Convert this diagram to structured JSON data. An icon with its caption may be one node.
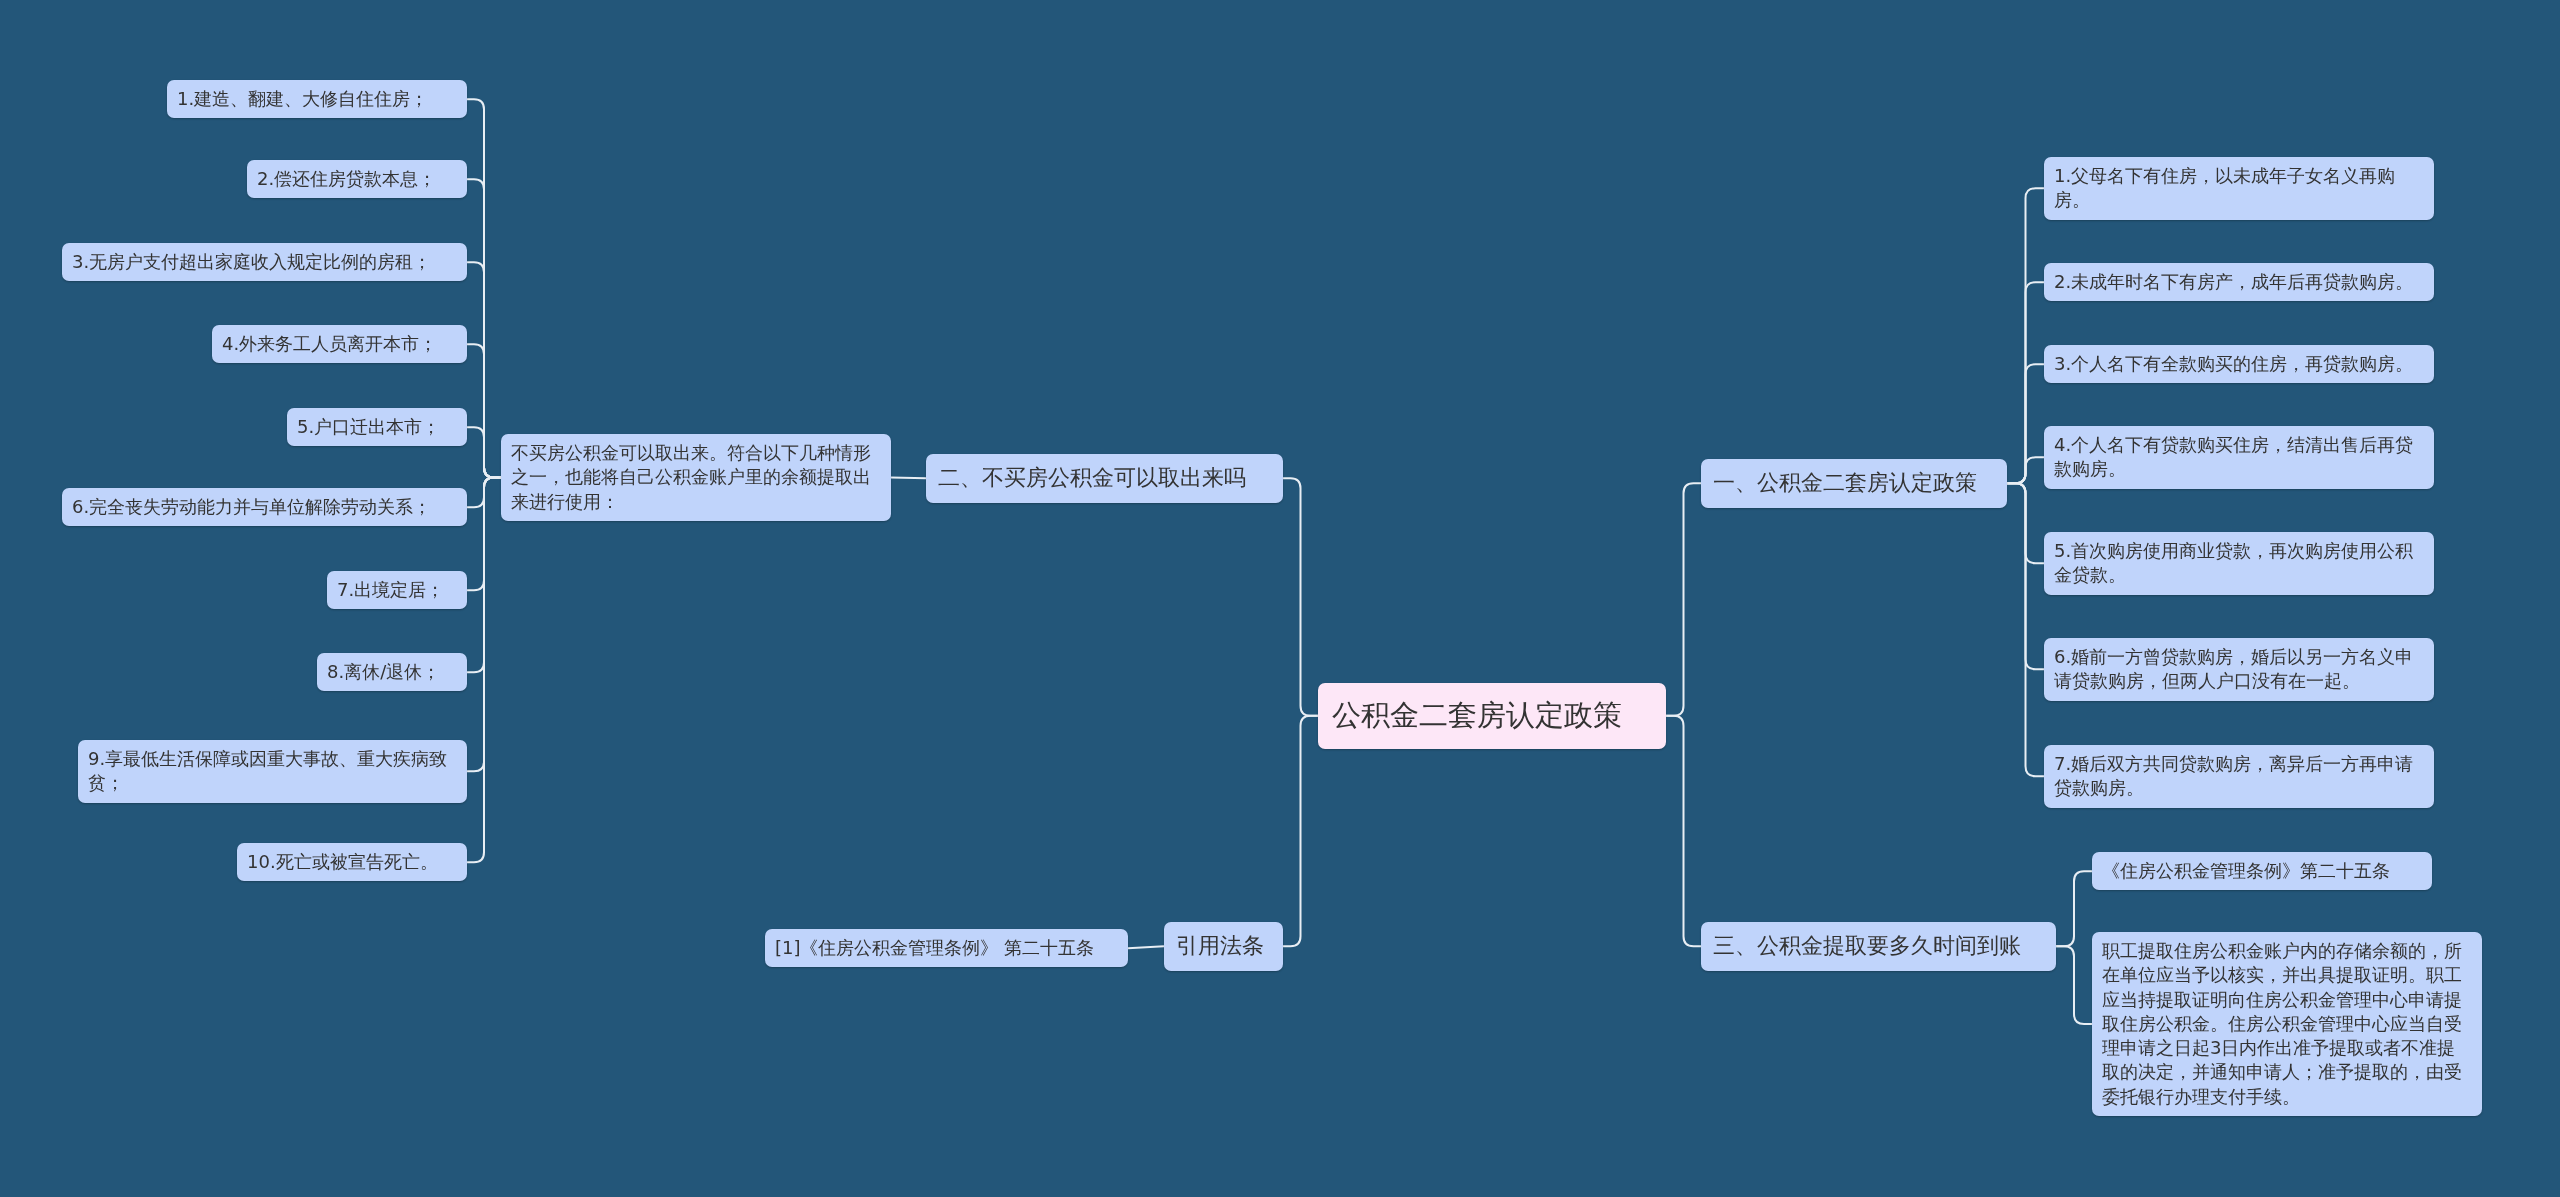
{
  "diagram": {
    "nodes": [
      {
        "text": [
          "公积金二套房认定政策"
        ]
      },
      {
        "text": [
          "一、公积金二套房认定政策"
        ]
      },
      {
        "text": [
          "1.父母名下有住房，以未成年子女名义再购房。"
        ]
      },
      {
        "text": [
          "2.未成年时名下有房产，成年后再贷款购房。"
        ]
      },
      {
        "text": [
          "3.个人名下有全款购买的住房，再贷款购房。"
        ]
      },
      {
        "text": [
          "4.个人名下有贷款购买住房，结清出售后再贷款购房。"
        ]
      },
      {
        "text": [
          "5.首次购房使用商业贷款，再次购房使用公积金贷款。"
        ]
      },
      {
        "text": [
          "6.婚前一方曾贷款购房，婚后以另一方名义申请贷款购房，但两人户口没有在一起。"
        ]
      },
      {
        "text": [
          "7.婚后双方共同贷款购房，离异后一方再申请贷款购房。"
        ]
      },
      {
        "text": [
          "三、公积金提取要多久时间到账"
        ]
      },
      {
        "text": [
          "《住房公积金管理条例》第二十五条"
        ]
      },
      {
        "text": [
          "职工提取住房公积金账户内的存储余额的，所在单位应当予以核实，并出具提取证明。职工应当持提取证明向住房公积金管理中心申请提取住房公积金。住房公积金管理中心应当自受理申请之日起3日内作出准予提取或者不准提取的决定，并通知申请人；准予提取的，由受委托银行办理支付手续。"
        ]
      },
      {
        "text": [
          "二、不买房公积金可以取出来吗"
        ]
      },
      {
        "text": [
          "不买房公积金可以取出来。符合以下几种情形之一，也能将自己公积金账户里的余额提取出来进行使用："
        ]
      },
      {
        "text": [
          "1.建造、翻建、大修自住住房；"
        ]
      },
      {
        "text": [
          "2.偿还住房贷款本息；"
        ]
      },
      {
        "text": [
          "3.无房户支付超出家庭收入规定比例的房租；"
        ]
      },
      {
        "text": [
          "4.外来务工人员离开本市；"
        ]
      },
      {
        "text": [
          "5.户口迁出本市；"
        ]
      },
      {
        "text": [
          "6.完全丧失劳动能力并与单位解除劳动关系；"
        ]
      },
      {
        "text": [
          "7.出境定居；"
        ]
      },
      {
        "text": [
          "8.离休/退休；"
        ]
      },
      {
        "text": [
          "9.享最低生活保障或因重大事故、重大疾病致贫；"
        ]
      },
      {
        "text": [
          "10.死亡或被宣告死亡。"
        ]
      },
      {
        "text": [
          "引用法条"
        ]
      },
      {
        "text": [
          "[1]《住房公积金管理条例》 第二十五条"
        ]
      }
    ],
    "edges": [
      {
        "from": 0,
        "to": 1,
        "arrow": "none"
      },
      {
        "from": 1,
        "to": 2,
        "arrow": "none"
      },
      {
        "from": 1,
        "to": 3,
        "arrow": "none"
      },
      {
        "from": 1,
        "to": 4,
        "arrow": "none"
      },
      {
        "from": 1,
        "to": 5,
        "arrow": "none"
      },
      {
        "from": 1,
        "to": 6,
        "arrow": "none"
      },
      {
        "from": 1,
        "to": 7,
        "arrow": "none"
      },
      {
        "from": 1,
        "to": 8,
        "arrow": "none"
      },
      {
        "from": 0,
        "to": 9,
        "arrow": "none"
      },
      {
        "from": 9,
        "to": 10,
        "arrow": "none"
      },
      {
        "from": 9,
        "to": 11,
        "arrow": "none"
      },
      {
        "from": 0,
        "to": 12,
        "arrow": "none"
      },
      {
        "from": 12,
        "to": 13,
        "arrow": "none"
      },
      {
        "from": 13,
        "to": 14,
        "arrow": "none"
      },
      {
        "from": 13,
        "to": 15,
        "arrow": "none"
      },
      {
        "from": 13,
        "to": 16,
        "arrow": "none"
      },
      {
        "from": 13,
        "to": 17,
        "arrow": "none"
      },
      {
        "from": 13,
        "to": 18,
        "arrow": "none"
      },
      {
        "from": 13,
        "to": 19,
        "arrow": "none"
      },
      {
        "from": 13,
        "to": 20,
        "arrow": "none"
      },
      {
        "from": 13,
        "to": 21,
        "arrow": "none"
      },
      {
        "from": 13,
        "to": 22,
        "arrow": "none"
      },
      {
        "from": 13,
        "to": 23,
        "arrow": "none"
      },
      {
        "from": 0,
        "to": 24,
        "arrow": "none"
      },
      {
        "from": 24,
        "to": 25,
        "arrow": "none"
      }
    ]
  }
}
